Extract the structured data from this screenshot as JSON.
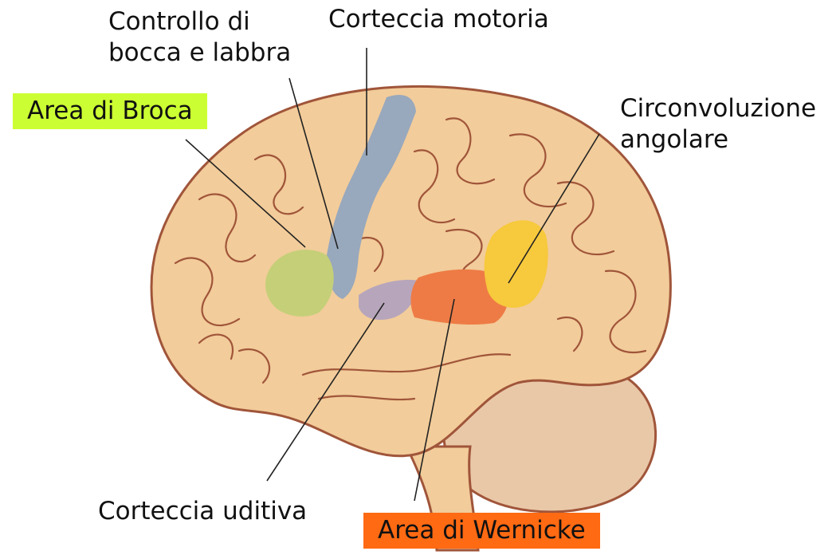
{
  "labels": {
    "area_broca": "Area di Broca",
    "controllo_line1": "Controllo di",
    "controllo_line2": "bocca e labbra",
    "corteccia_motoria": "Corteccia motoria",
    "circonvoluzione_line1": "Circonvoluzione",
    "circonvoluzione_line2": "angolare",
    "corteccia_uditiva": "Corteccia uditiva",
    "area_wernicke": "Area di Wernicke"
  },
  "colors": {
    "broca_highlight": "#ccff33",
    "wernicke_highlight": "#ff6a13",
    "brain_fill": "#f2cc9a",
    "brain_outline": "#a0553a",
    "motor_region": "#98a8bd",
    "broca_region": "#c5cf78",
    "auditory_region": "#b7a6bb",
    "wernicke_region": "#ee7b45",
    "angular_region": "#f7c93c",
    "cerebellum": "#e9c8a8"
  }
}
